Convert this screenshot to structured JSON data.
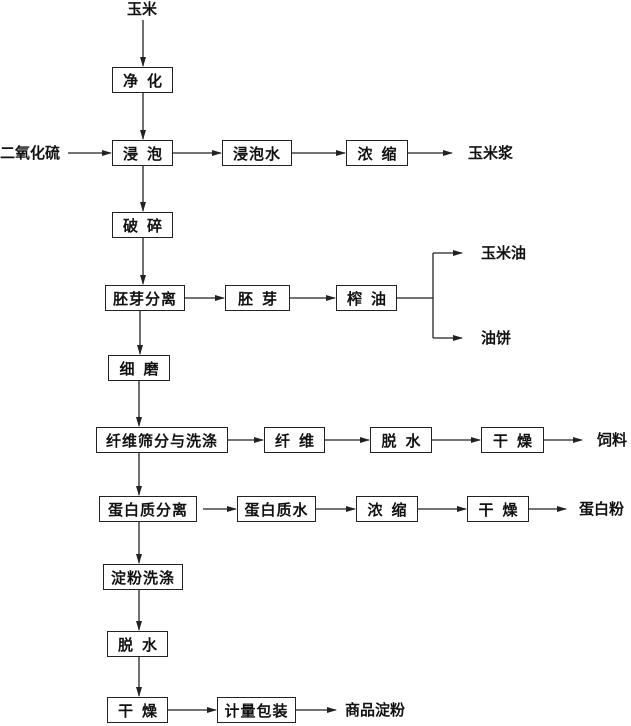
{
  "title": "玉米淀粉生产工艺流程",
  "colors": {
    "line": "#222222",
    "text": "#111111",
    "background": "#ffffff"
  },
  "inputs": {
    "corn": "玉米",
    "sulfur_dioxide": "二氧化硫"
  },
  "steps": {
    "purify": "净化",
    "steep": "浸泡",
    "crush": "破碎",
    "germ_separation": "胚芽分离",
    "fine_grind": "细磨",
    "fiber_screen_wash": "纤维筛分与洗涤",
    "protein_separation": "蛋白质分离",
    "starch_wash": "淀粉洗涤",
    "dewater": "脱水",
    "dry": "干燥",
    "weigh_pack": "计量包装"
  },
  "branches": {
    "steep_water": "浸泡水",
    "concentrate_1": "浓缩",
    "germ": "胚芽",
    "press_oil": "榨油",
    "fiber": "纤维",
    "fiber_dewater": "脱水",
    "fiber_dry": "干燥",
    "protein_water": "蛋白质水",
    "concentrate_2": "浓缩",
    "protein_dry": "干燥"
  },
  "outputs": {
    "corn_steep_liquor": "玉米浆",
    "corn_oil": "玉米油",
    "oil_cake": "油饼",
    "feed": "饲料",
    "protein_powder": "蛋白粉",
    "commercial_starch": "商品淀粉"
  }
}
